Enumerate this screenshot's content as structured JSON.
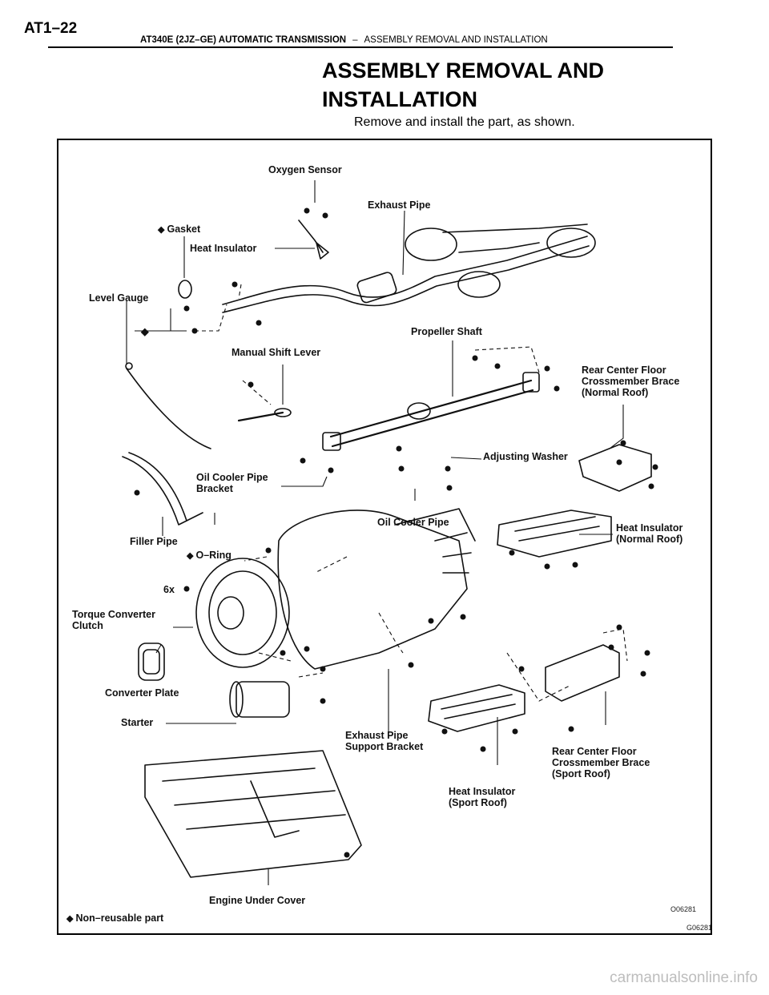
{
  "header": {
    "page_number": "AT1–22",
    "section_bold": "AT340E (2JZ–GE) AUTOMATIC TRANSMISSION",
    "separator": "–",
    "section_title": "ASSEMBLY REMOVAL AND INSTALLATION"
  },
  "title_line1": "ASSEMBLY REMOVAL AND",
  "title_line2": "INSTALLATION",
  "subtitle": "Remove and install the part, as shown.",
  "figure": {
    "labels": {
      "oxygen_sensor": "Oxygen Sensor",
      "exhaust_pipe": "Exhaust Pipe",
      "gasket": "Gasket",
      "heat_insulator": "Heat Insulator",
      "level_gauge": "Level Gauge",
      "propeller_shaft": "Propeller Shaft",
      "manual_shift_lever": "Manual Shift Lever",
      "rear_brace_normal_1": "Rear Center Floor",
      "rear_brace_normal_2": "Crossmember Brace",
      "rear_brace_normal_3": "(Normal Roof)",
      "adjusting_washer": "Adjusting Washer",
      "oil_cooler_bracket_1": "Oil Cooler Pipe",
      "oil_cooler_bracket_2": "Bracket",
      "oil_cooler_pipe": "Oil Cooler Pipe",
      "heat_insulator_normal_1": "Heat Insulator",
      "heat_insulator_normal_2": "(Normal Roof)",
      "filler_pipe": "Filler Pipe",
      "o_ring": "O–Ring",
      "six_x": "6x",
      "torque_converter_1": "Torque Converter",
      "torque_converter_2": "Clutch",
      "converter_plate": "Converter Plate",
      "starter": "Starter",
      "exhaust_support_1": "Exhaust Pipe",
      "exhaust_support_2": "Support Bracket",
      "rear_brace_sport_1": "Rear Center Floor",
      "rear_brace_sport_2": "Crossmember Brace",
      "rear_brace_sport_3": "(Sport Roof)",
      "heat_insulator_sport_1": "Heat Insulator",
      "heat_insulator_sport_2": "(Sport Roof)",
      "engine_under_cover": "Engine Under Cover",
      "non_reusable": "Non–reusable part"
    },
    "diamond_symbol": "◆",
    "code_main": "O06281",
    "code_corner": "G06281"
  },
  "watermark": "carmanualsonline.info"
}
